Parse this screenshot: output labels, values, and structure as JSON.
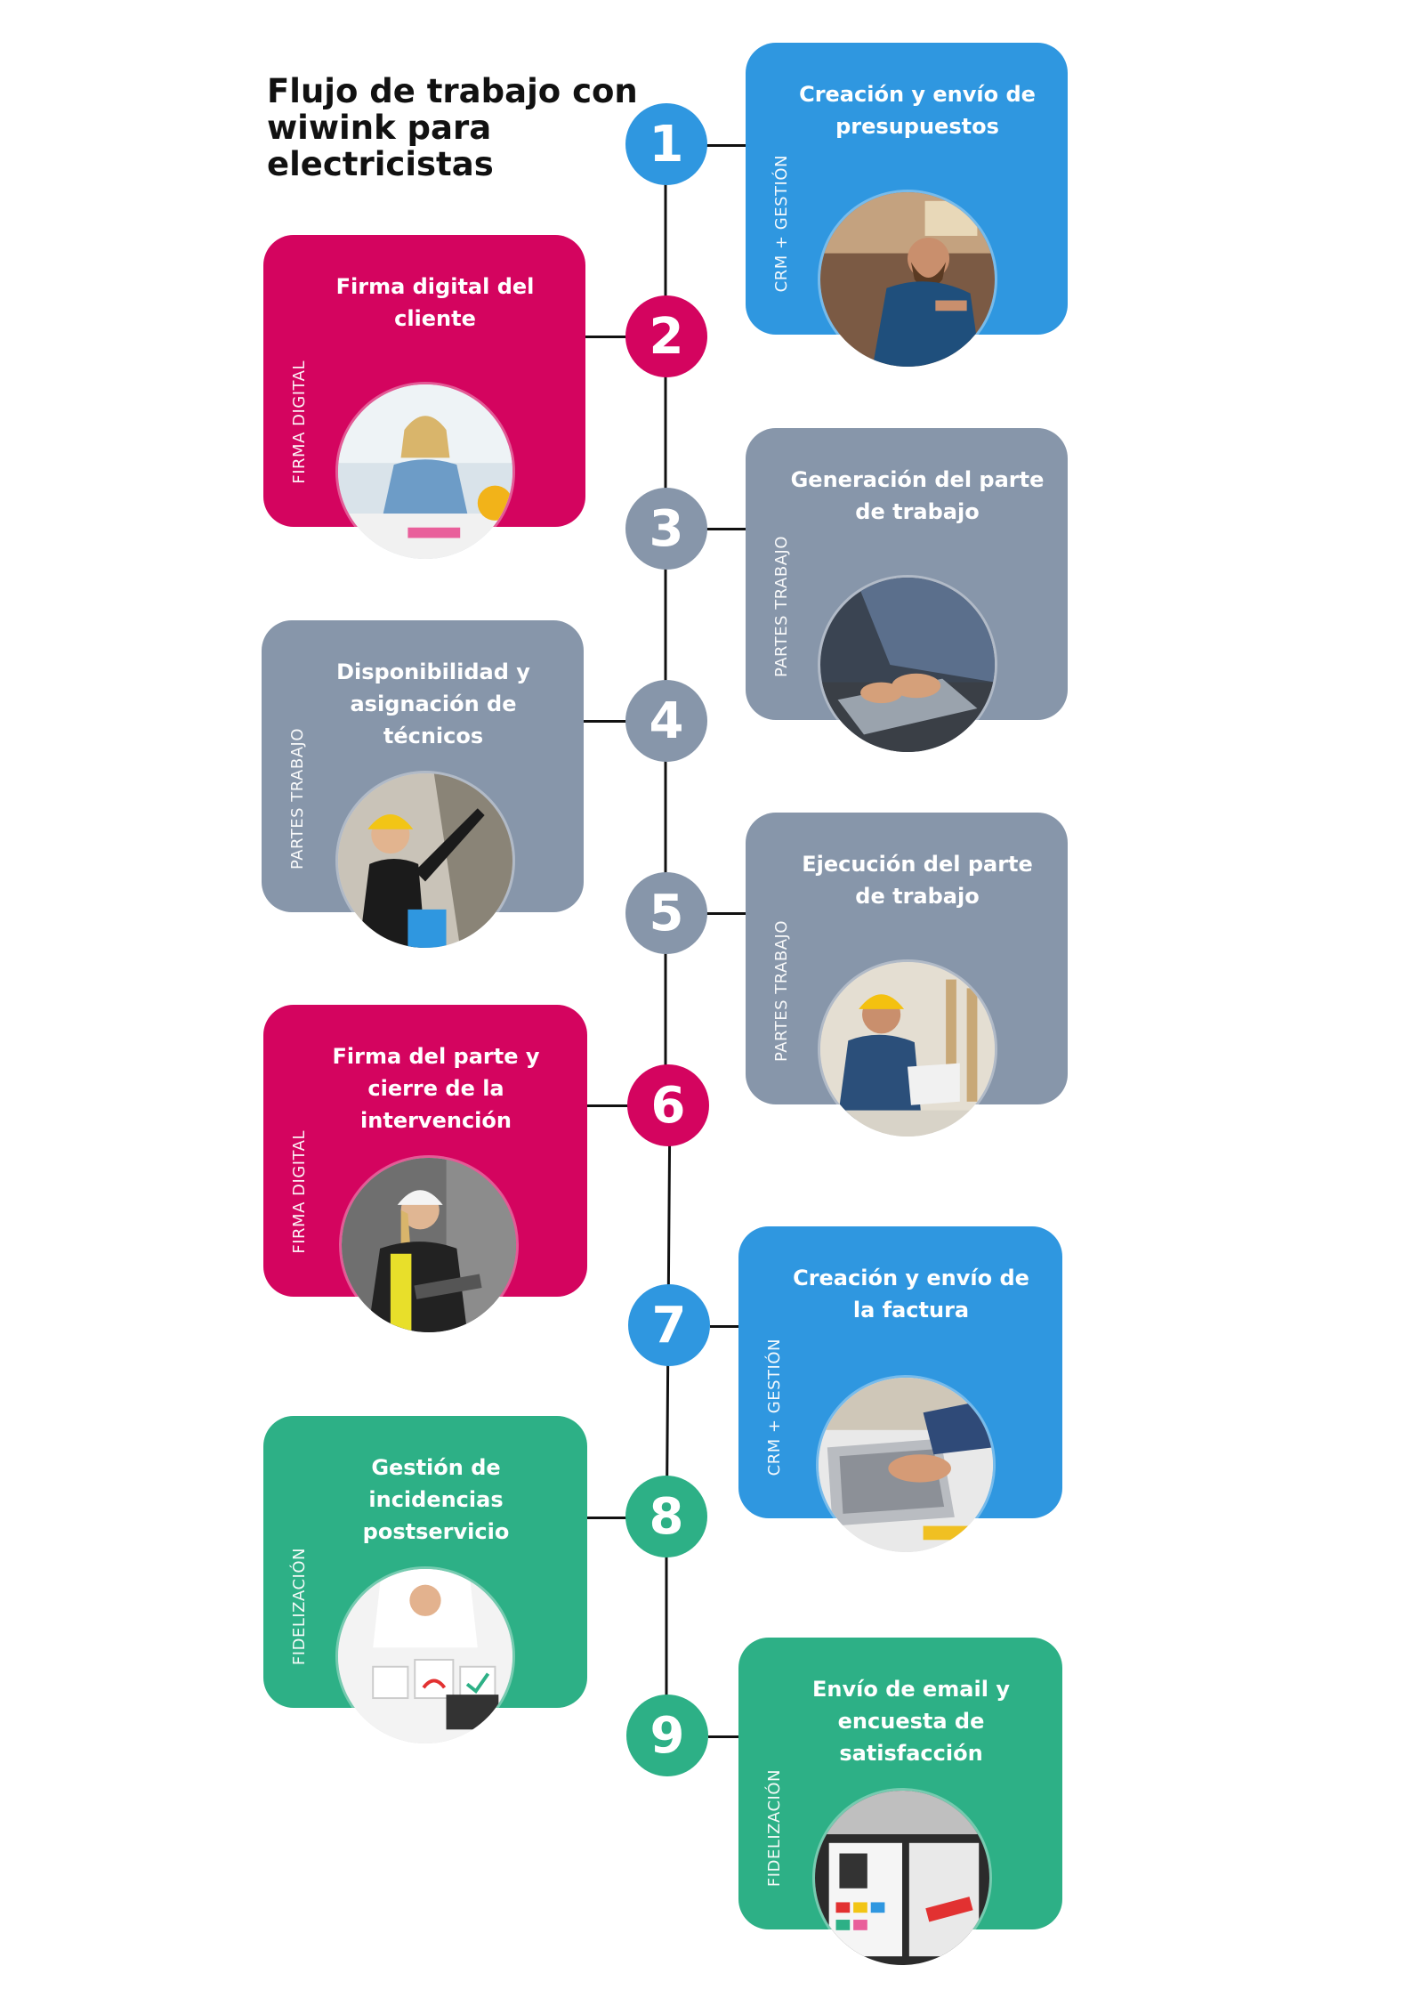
{
  "title": "Flujo de trabajo con wiwink para electricistas",
  "colors": {
    "crm": "#2f97e0",
    "firma": "#d4045f",
    "partes": "#8796aa",
    "fidelizacion": "#2db086",
    "line": "#111111"
  },
  "steps": [
    {
      "number": "1",
      "title": "Creación y envío de presupuestos",
      "category": "CRM + GESTIÓN",
      "icon": "man-with-watch-photo"
    },
    {
      "number": "2",
      "title": "Firma digital del cliente",
      "category": "FIRMA DIGITAL",
      "icon": "woman-at-desk-photo"
    },
    {
      "number": "3",
      "title": "Generación del parte de trabajo",
      "category": "PARTES TRABAJO",
      "icon": "hands-typing-laptop-photo"
    },
    {
      "number": "4",
      "title": "Disponibilidad y asignación de técnicos",
      "category": "PARTES TRABAJO",
      "icon": "woman-hardhat-pointing-photo"
    },
    {
      "number": "5",
      "title": "Ejecución del parte de trabajo",
      "category": "PARTES TRABAJO",
      "icon": "worker-hardhat-laptop-photo"
    },
    {
      "number": "6",
      "title": "Firma del parte y cierre de la intervención",
      "category": "FIRMA DIGITAL",
      "icon": "woman-signing-tablet-photo"
    },
    {
      "number": "7",
      "title": "Creación y envío de la factura",
      "category": "CRM + GESTIÓN",
      "icon": "laptop-invoice-photo"
    },
    {
      "number": "8",
      "title": "Gestión de incidencias postservicio",
      "category": "FIDELIZACIÓN",
      "icon": "feedback-faces-photo"
    },
    {
      "number": "9",
      "title": "Envío de email y encuesta de satisfacción",
      "category": "FIDELIZACIÓN",
      "icon": "satisfaction-survey-photo"
    }
  ]
}
